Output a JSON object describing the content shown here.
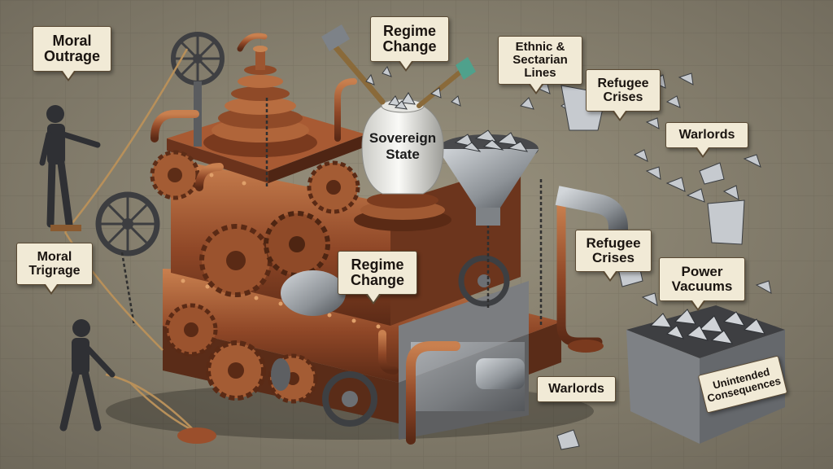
{
  "labels": {
    "moral_outrage": "Moral\nOutrage",
    "regime_change_top": "Regime\nChange",
    "ethnic_sectarian": "Ethnic &\nSectarian\nLines",
    "refugee_crises_top": "Refugee\nCrises",
    "warlords_top": "Warlords",
    "sovereign_state": "Sovereign\nState",
    "moral_trigrage": "Moral\nTrigrage",
    "regime_change_mid": "Regime\nChange",
    "refugee_crises_mid": "Refugee\nCrises",
    "power_vacuums": "Power\nVacuums",
    "warlords_bottom": "Warlords",
    "unintended_consequences": "Unintended\nConsequences"
  },
  "colors": {
    "background": "#8a8372",
    "copper": "#9b4f2c",
    "copper_light": "#c27a4a",
    "steel": "#8e9398",
    "steel_dark": "#4a4e53",
    "label_bg": "#f1ead6",
    "figure": "#2d2d30"
  }
}
